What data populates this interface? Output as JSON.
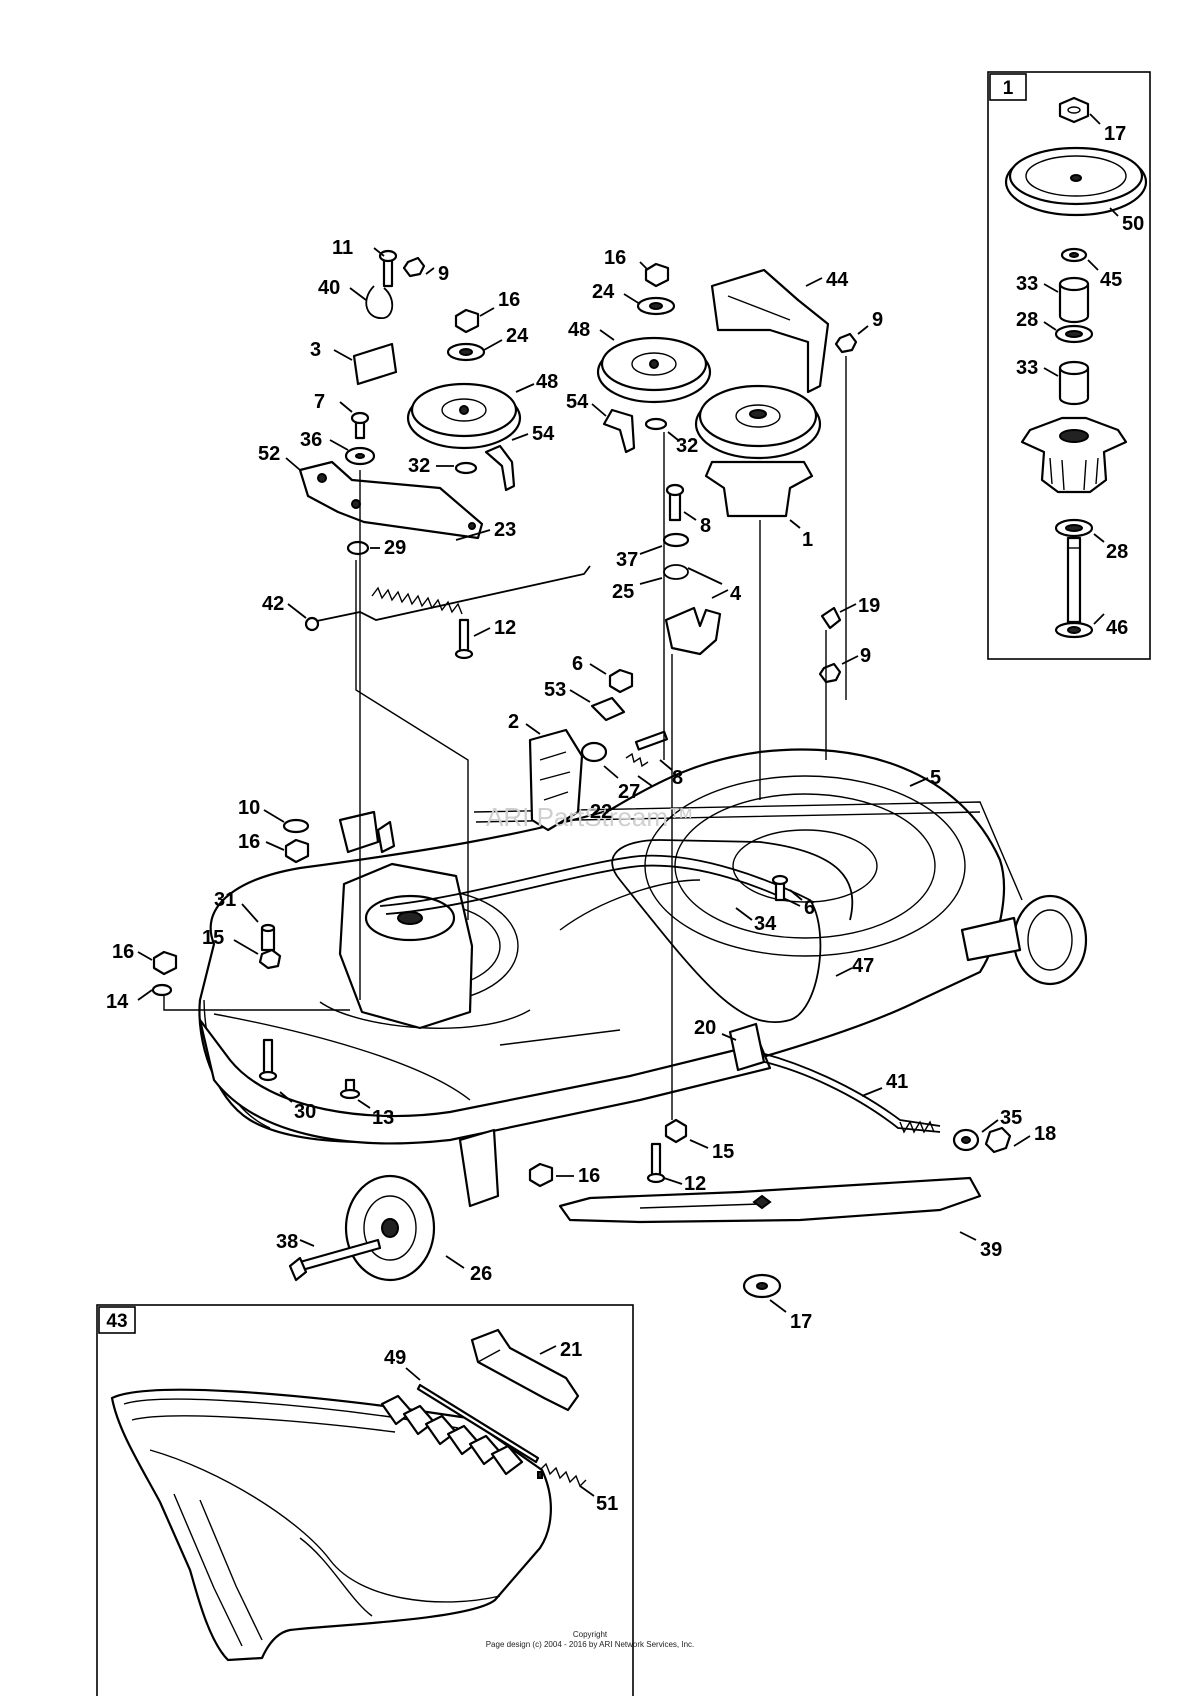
{
  "watermark": "ARI PartStream™",
  "inset_spindle": {
    "label": "1",
    "callouts": [
      "17",
      "50",
      "45",
      "33",
      "28",
      "33",
      "28",
      "46"
    ]
  },
  "inset_chute": {
    "label": "43",
    "callouts": [
      "49",
      "21",
      "51"
    ]
  },
  "main_callouts": [
    "11",
    "9",
    "40",
    "16",
    "24",
    "48",
    "3",
    "7",
    "36",
    "32",
    "54",
    "52",
    "29",
    "23",
    "42",
    "12",
    "16",
    "24",
    "48",
    "54",
    "32",
    "44",
    "9",
    "1",
    "8",
    "37",
    "25",
    "4",
    "19",
    "9",
    "6",
    "53",
    "2",
    "8",
    "27",
    "22",
    "5",
    "10",
    "16",
    "31",
    "15",
    "16",
    "14",
    "34",
    "6",
    "47",
    "20",
    "41",
    "30",
    "13",
    "35",
    "18",
    "15",
    "12",
    "16",
    "38",
    "26",
    "39",
    "17"
  ],
  "footer": {
    "line1": "Copyright",
    "line2": "Page design (c) 2004 - 2016 by ARI Network Services, Inc."
  }
}
